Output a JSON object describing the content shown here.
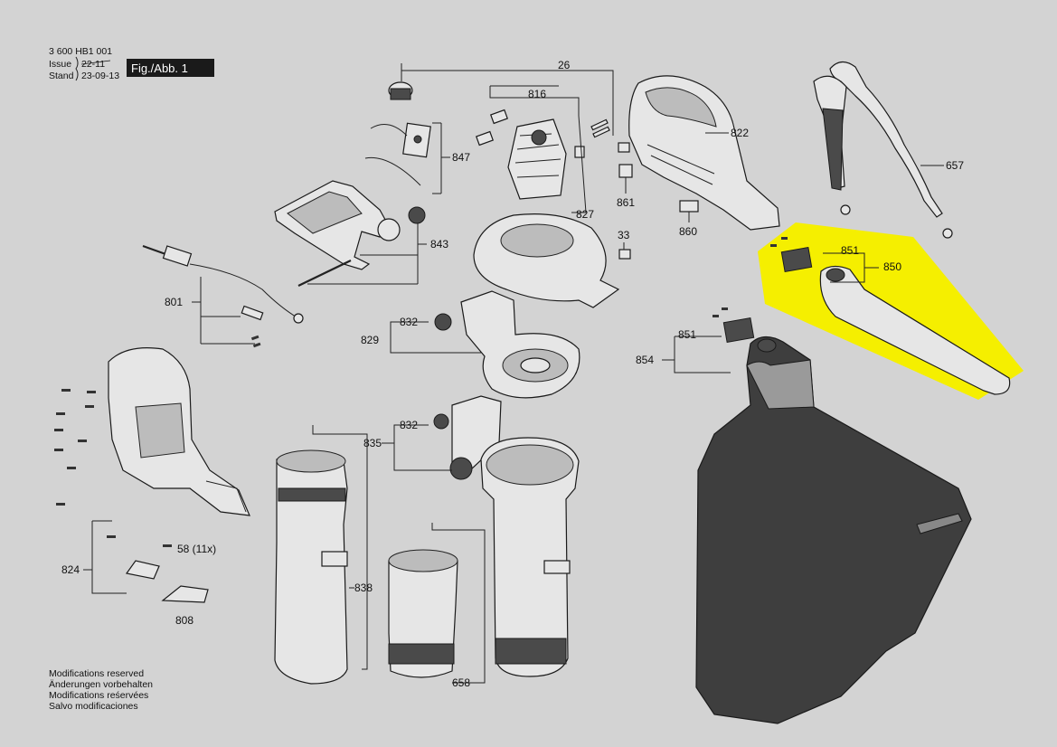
{
  "header": {
    "doc_number": "3 600 HB1 001",
    "issue_label": "Issue",
    "issue_value": "22-11",
    "stand_label": "Stand",
    "stand_value": "23-09-13",
    "figure_badge": "Fig./Abb. 1"
  },
  "footer": {
    "lines": [
      "Modifications reserved",
      "Änderungen vorbehalten",
      "Modifications reśervées",
      "Salvo modificaciones"
    ]
  },
  "parts": {
    "p26": "26",
    "p816": "816",
    "p822": "822",
    "p847": "847",
    "p657": "657",
    "p861": "861",
    "p827": "827",
    "p33": "33",
    "p860": "860",
    "p843": "843",
    "p851a": "851",
    "p850": "850",
    "p801": "801",
    "p832a": "832",
    "p829": "829",
    "p851b": "851",
    "p854": "854",
    "p832b": "832",
    "p835": "835",
    "p58": "58 (11x)",
    "p824": "824",
    "p838": "838",
    "p808": "808",
    "p658": "658"
  },
  "colors": {
    "background": "#d3d3d3",
    "highlight": "#f5ef00",
    "badge": "#1a1a1a"
  }
}
